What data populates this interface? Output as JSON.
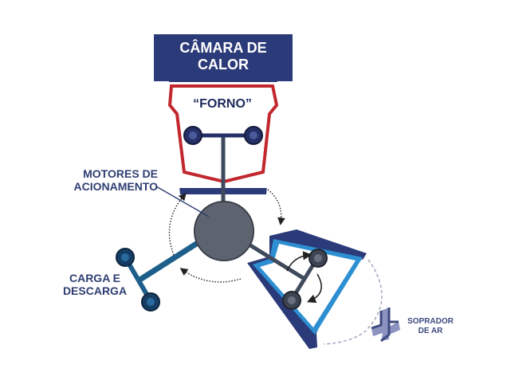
{
  "labels": {
    "chamber": "CÂMARA DE\nCALOR",
    "oven": "“FORNO”",
    "motors": "MOTORES DE\nACIONAMENTO",
    "load": "CARGA E\nDESCARGA",
    "blower": "SOPRADOR\nDE AR"
  },
  "colors": {
    "navy": "#2b3a78",
    "red": "#c1272d",
    "blue_light": "#2d8fd1",
    "hub": "#5d6470",
    "arm": "#3f4a5c",
    "arm_blue": "#1d5f8a",
    "blower_gray": "#8d93c0"
  },
  "icons": [
    "rotation-arrow-icon",
    "fan-icon"
  ]
}
